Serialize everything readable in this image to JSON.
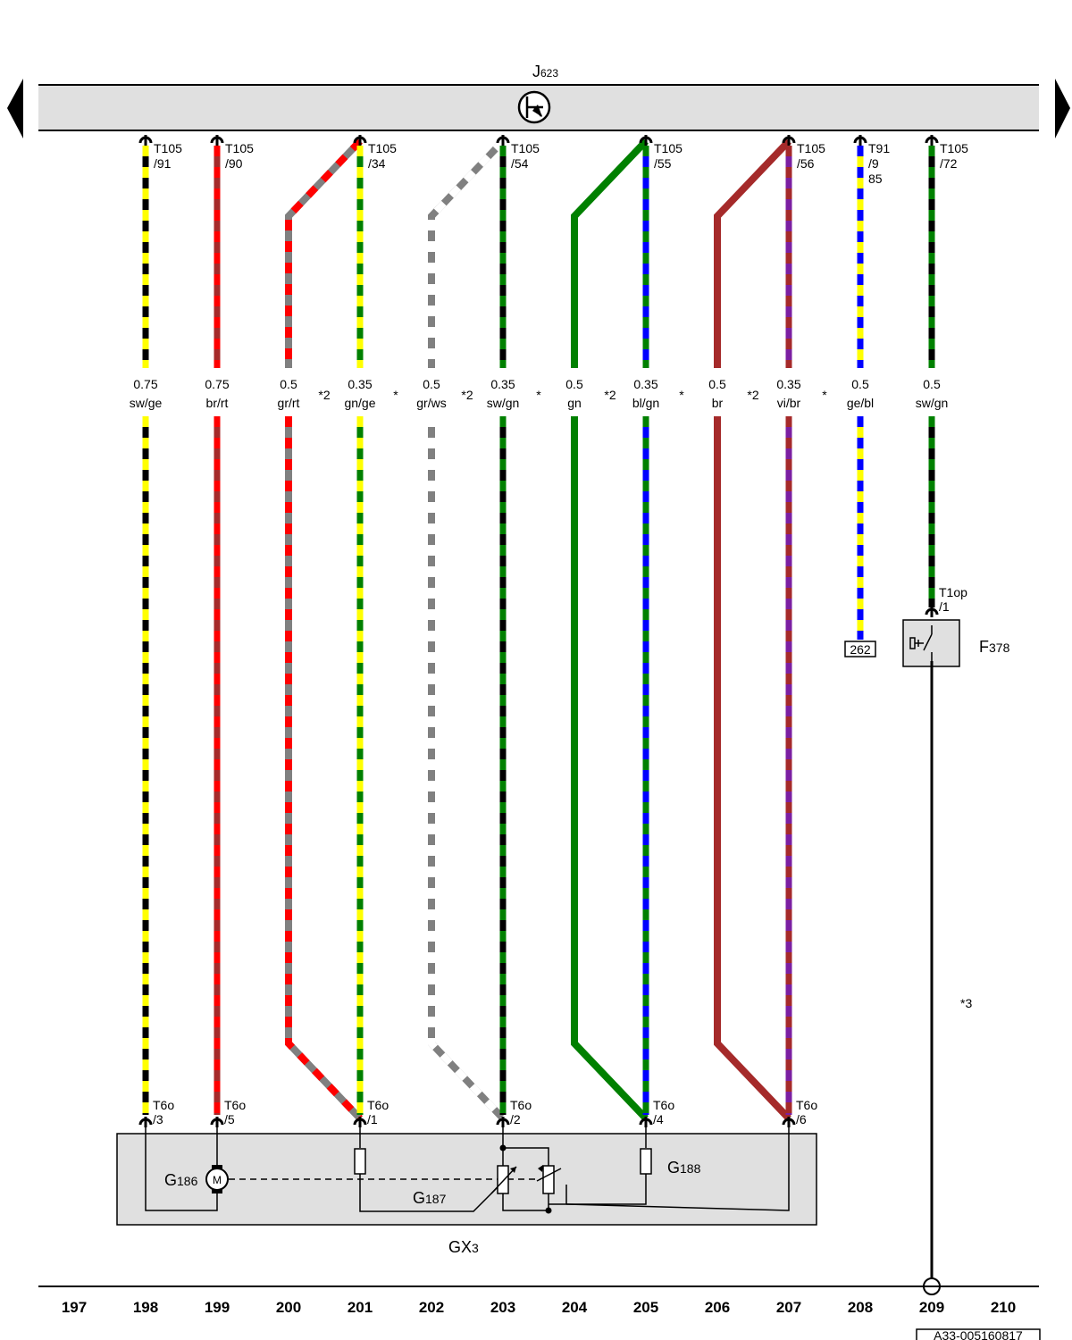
{
  "ecu": {
    "name": "J",
    "sub": "623"
  },
  "wires": [
    {
      "col": 198,
      "top_conn": [
        "T105",
        "/91"
      ],
      "size": "0.75",
      "color": "sw/ge",
      "stripes": [
        "#000000",
        "#ffff00"
      ],
      "bottom_conn": [
        "T6o",
        "/3"
      ],
      "note": ""
    },
    {
      "col": 199,
      "top_conn": [
        "T105",
        "/90"
      ],
      "size": "0.75",
      "color": "br/rt",
      "stripes": [
        "#a52a2a",
        "#ff0000"
      ],
      "bottom_conn": [
        "T6o",
        "/5"
      ],
      "note": ""
    },
    {
      "col": 200,
      "size": "0.5",
      "color": "gr/rt",
      "stripes": [
        "#808080",
        "#ff0000"
      ],
      "note": "*2"
    },
    {
      "col": 201,
      "top_conn": [
        "T105",
        "/34"
      ],
      "size": "0.35",
      "color": "gn/ge",
      "stripes": [
        "#008000",
        "#ffff00"
      ],
      "bottom_conn": [
        "T6o",
        "/1"
      ],
      "note": "*"
    },
    {
      "col": 202,
      "size": "0.5",
      "color": "gr/ws",
      "stripes": [
        "#808080",
        "#ffffff"
      ],
      "note": "*2"
    },
    {
      "col": 203,
      "top_conn": [
        "T105",
        "/54"
      ],
      "size": "0.35",
      "color": "sw/gn",
      "stripes": [
        "#000000",
        "#008000"
      ],
      "bottom_conn": [
        "T6o",
        "/2"
      ],
      "note": "*"
    },
    {
      "col": 204,
      "size": "0.5",
      "color": "gn",
      "stripes": [
        "#008000",
        "#008000"
      ],
      "note": "*2"
    },
    {
      "col": 205,
      "top_conn": [
        "T105",
        "/55"
      ],
      "size": "0.35",
      "color": "bl/gn",
      "stripes": [
        "#0000ff",
        "#008000"
      ],
      "bottom_conn": [
        "T6o",
        "/4"
      ],
      "note": "*"
    },
    {
      "col": 206,
      "size": "0.5",
      "color": "br",
      "stripes": [
        "#a52a2a",
        "#a52a2a"
      ],
      "note": "*2"
    },
    {
      "col": 207,
      "top_conn": [
        "T105",
        "/56"
      ],
      "size": "0.35",
      "color": "vi/br",
      "stripes": [
        "#7b1fa2",
        "#a52a2a"
      ],
      "bottom_conn": [
        "T6o",
        "/6"
      ],
      "note": "*"
    },
    {
      "col": 208,
      "top_conn": [
        "T91",
        "/9",
        "85"
      ],
      "size": "0.5",
      "color": "ge/bl",
      "stripes": [
        "#ffff00",
        "#0000ff"
      ],
      "note": ""
    },
    {
      "col": 209,
      "top_conn": [
        "T105",
        "/72"
      ],
      "size": "0.5",
      "color": "sw/gn",
      "stripes": [
        "#000000",
        "#008000"
      ],
      "bottom_conn": [
        "T1op",
        "/1"
      ],
      "note": ""
    }
  ],
  "ref_box": "262",
  "switch": {
    "name": "F",
    "sub": "378"
  },
  "footnote_3": "*3",
  "module": {
    "name": "GX",
    "sub": "3"
  },
  "sensors": [
    {
      "name": "G",
      "sub": "186"
    },
    {
      "name": "G",
      "sub": "187"
    },
    {
      "name": "G",
      "sub": "188"
    }
  ],
  "motor_glyph": "M",
  "columns": [
    "197",
    "198",
    "199",
    "200",
    "201",
    "202",
    "203",
    "204",
    "205",
    "206",
    "207",
    "208",
    "209",
    "210"
  ],
  "doc_id": "A33-005160817"
}
